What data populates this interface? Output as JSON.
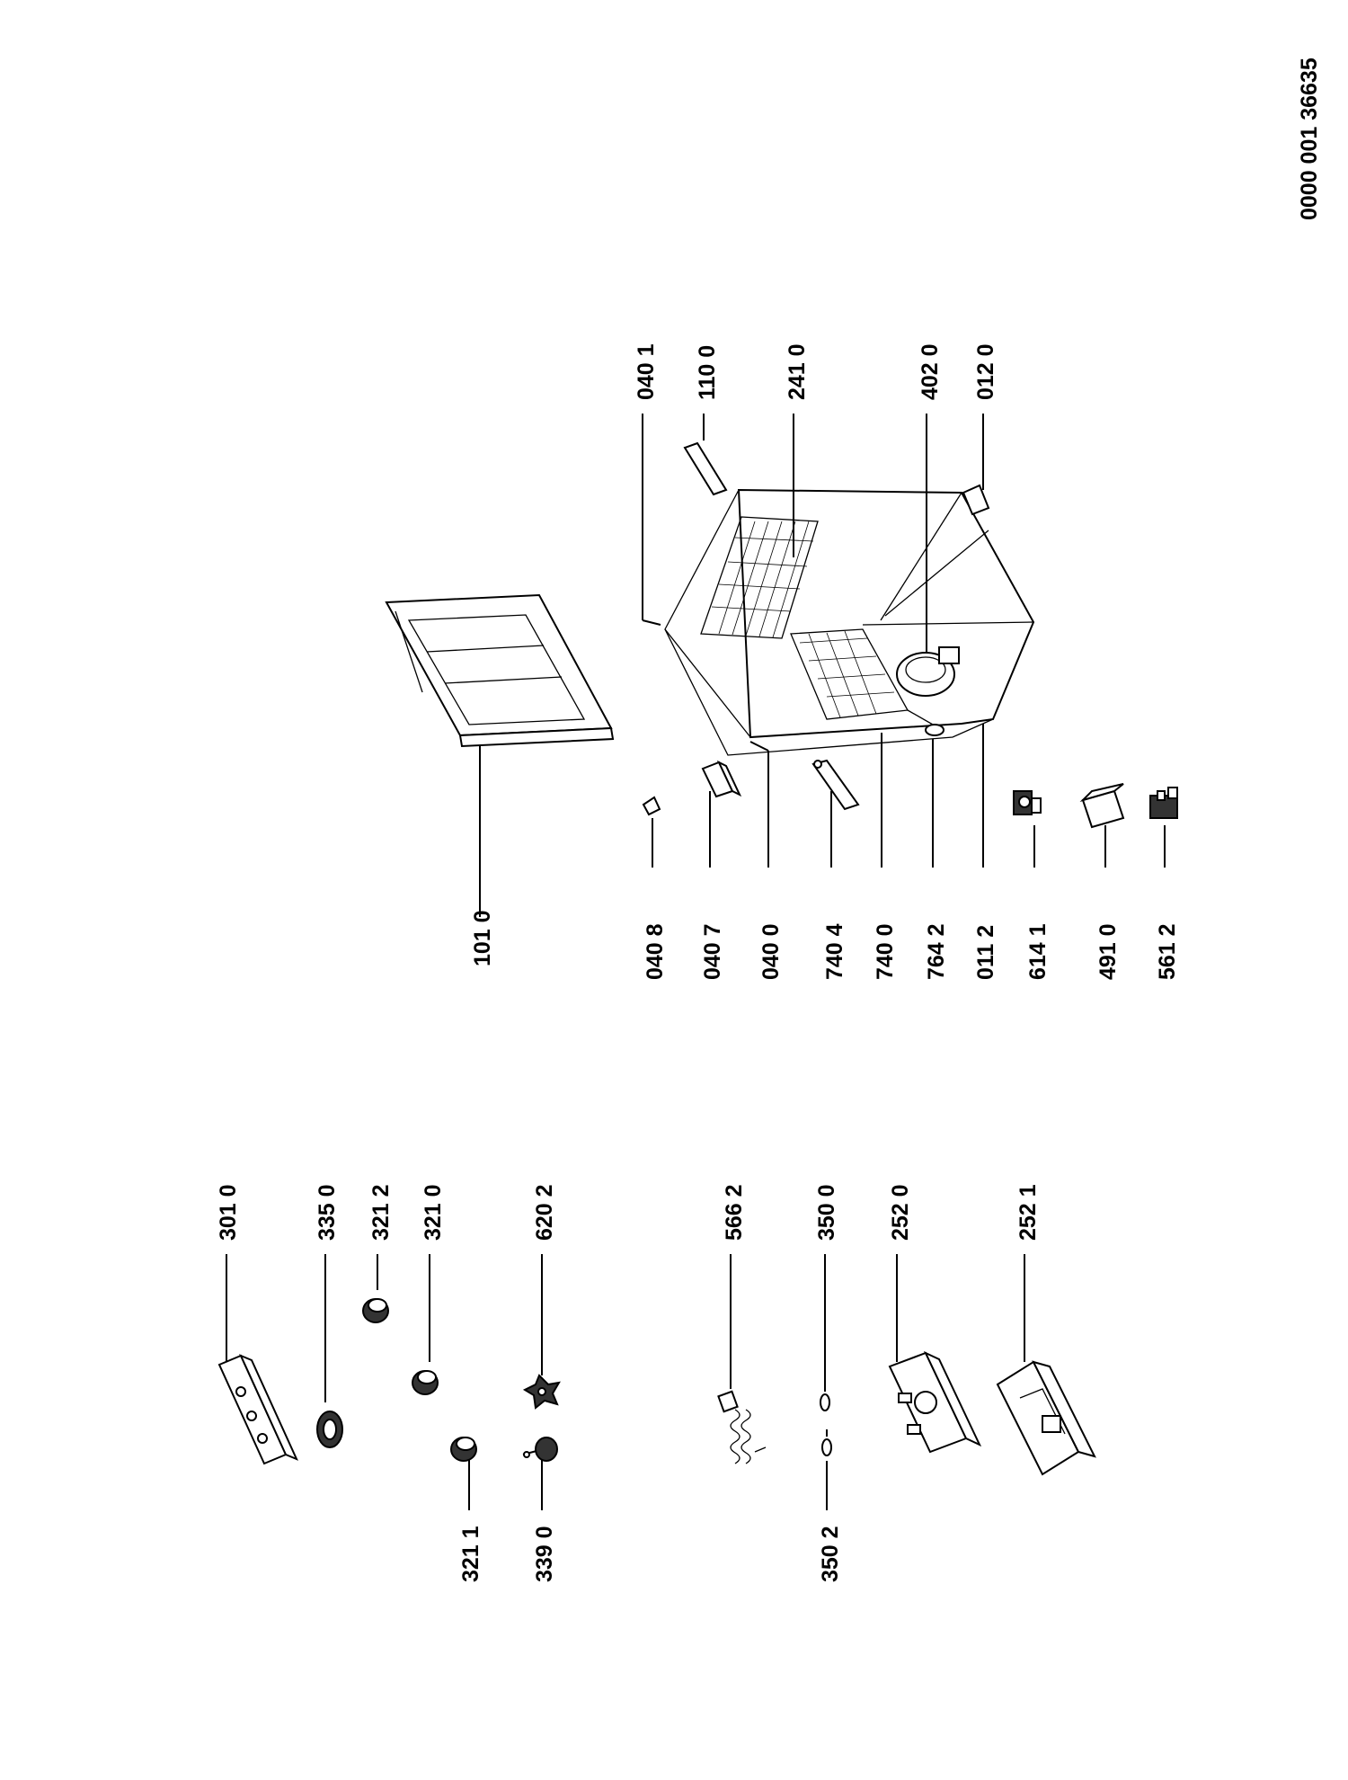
{
  "document_number": "0000 001 36635",
  "callouts": {
    "p3010": "301 0",
    "p3350": "335 0",
    "p3212": "321 2",
    "p3210": "321 0",
    "p6202": "620 2",
    "p3211": "321 1",
    "p3390": "339 0",
    "p5662": "566 2",
    "p3500": "350 0",
    "p2520": "252 0",
    "p2521": "252 1",
    "p3502": "350 2",
    "p1010": "101 0",
    "p0401": "040 1",
    "p1100": "110 0",
    "p2410": "241 0",
    "p4020": "402 0",
    "p0120": "012 0",
    "p0408": "040 8",
    "p0407": "040 7",
    "p0400": "040 0",
    "p7404": "740 4",
    "p7400": "740 0",
    "p7642": "764 2",
    "p0112": "011 2",
    "p6141": "614 1",
    "p4910": "491 0",
    "p5612": "561 2"
  }
}
